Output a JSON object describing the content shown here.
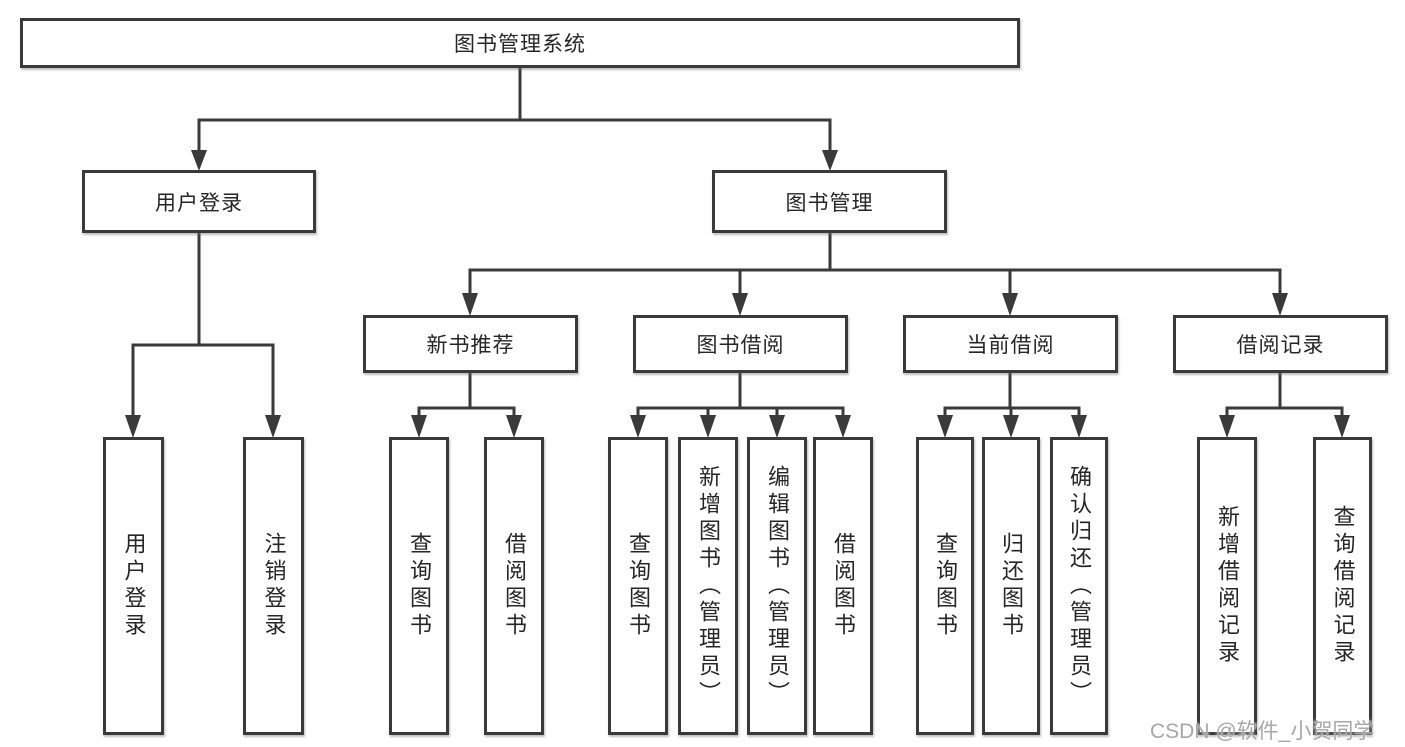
{
  "tree": {
    "root": "图书管理系统",
    "branches": [
      {
        "label": "用户登录",
        "children": [
          "用户登录",
          "注销登录"
        ]
      },
      {
        "label": "图书管理",
        "sections": [
          {
            "label": "新书推荐",
            "children": [
              "查询图书",
              "借阅图书"
            ]
          },
          {
            "label": "图书借阅",
            "children": [
              "查询图书",
              "新增图书（管理员）",
              "编辑图书（管理员）",
              "借阅图书"
            ]
          },
          {
            "label": "当前借阅",
            "children": [
              "查询图书",
              "归还图书",
              "确认归还（管理员）"
            ]
          },
          {
            "label": "借阅记录",
            "children": [
              "新增借阅记录",
              "查询借阅记录"
            ]
          }
        ]
      }
    ]
  },
  "watermark": "CSDN @软件_小贺同学",
  "colors": {
    "background": "#ffffff",
    "line": "#3a3a3a",
    "box_border": "#3a3a3a",
    "text": "#262626",
    "watermark": "#a7a7a7"
  }
}
